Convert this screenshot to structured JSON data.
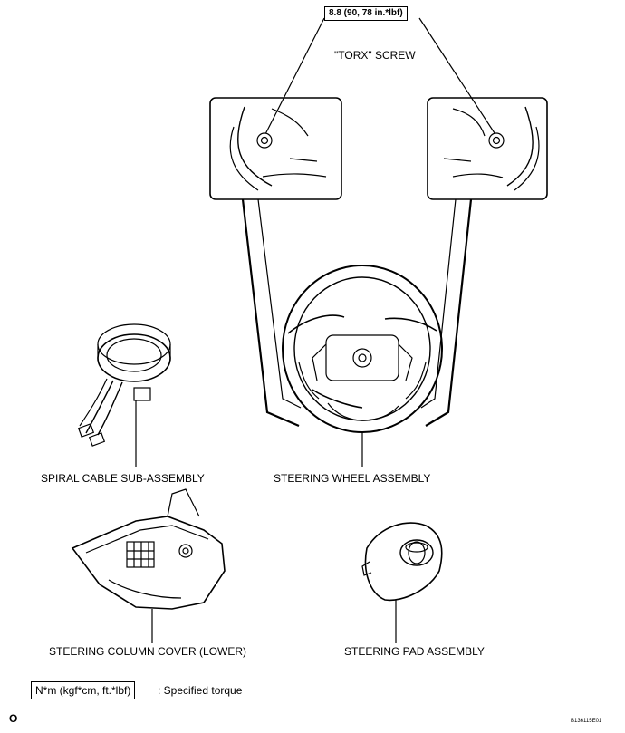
{
  "torque": "8.8 (90, 78 in.*lbf)",
  "screw_label": "\"TORX\" SCREW",
  "parts": {
    "spiral_cable": "SPIRAL CABLE SUB-ASSEMBLY",
    "steering_wheel": "STEERING WHEEL ASSEMBLY",
    "column_cover": "STEERING COLUMN COVER (LOWER)",
    "steering_pad": "STEERING PAD ASSEMBLY"
  },
  "legend": {
    "box_text": "N*m (kgf*cm, ft.*lbf)",
    "description": ": Specified torque"
  },
  "footer": {
    "page_mark": "O",
    "figure_code": "B136115E01"
  }
}
